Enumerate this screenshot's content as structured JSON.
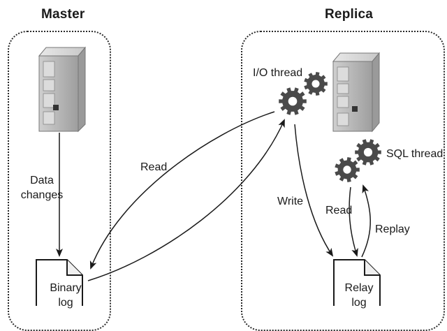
{
  "master": {
    "title": "Master"
  },
  "replica": {
    "title": "Replica"
  },
  "labels": {
    "data_changes_1": "Data",
    "data_changes_2": "changes",
    "read_left": "Read",
    "io_thread": "I/O thread",
    "sql_thread": "SQL thread",
    "write": "Write",
    "read_right": "Read",
    "replay": "Replay",
    "binary_log_1": "Binary",
    "binary_log_2": "log",
    "relay_log_1": "Relay",
    "relay_log_2": "log"
  },
  "colors": {
    "line": "#1a1a1a",
    "server_body": "#b8b8b8",
    "server_dark": "#8a8a8a",
    "gear": "#4a4a4a"
  }
}
